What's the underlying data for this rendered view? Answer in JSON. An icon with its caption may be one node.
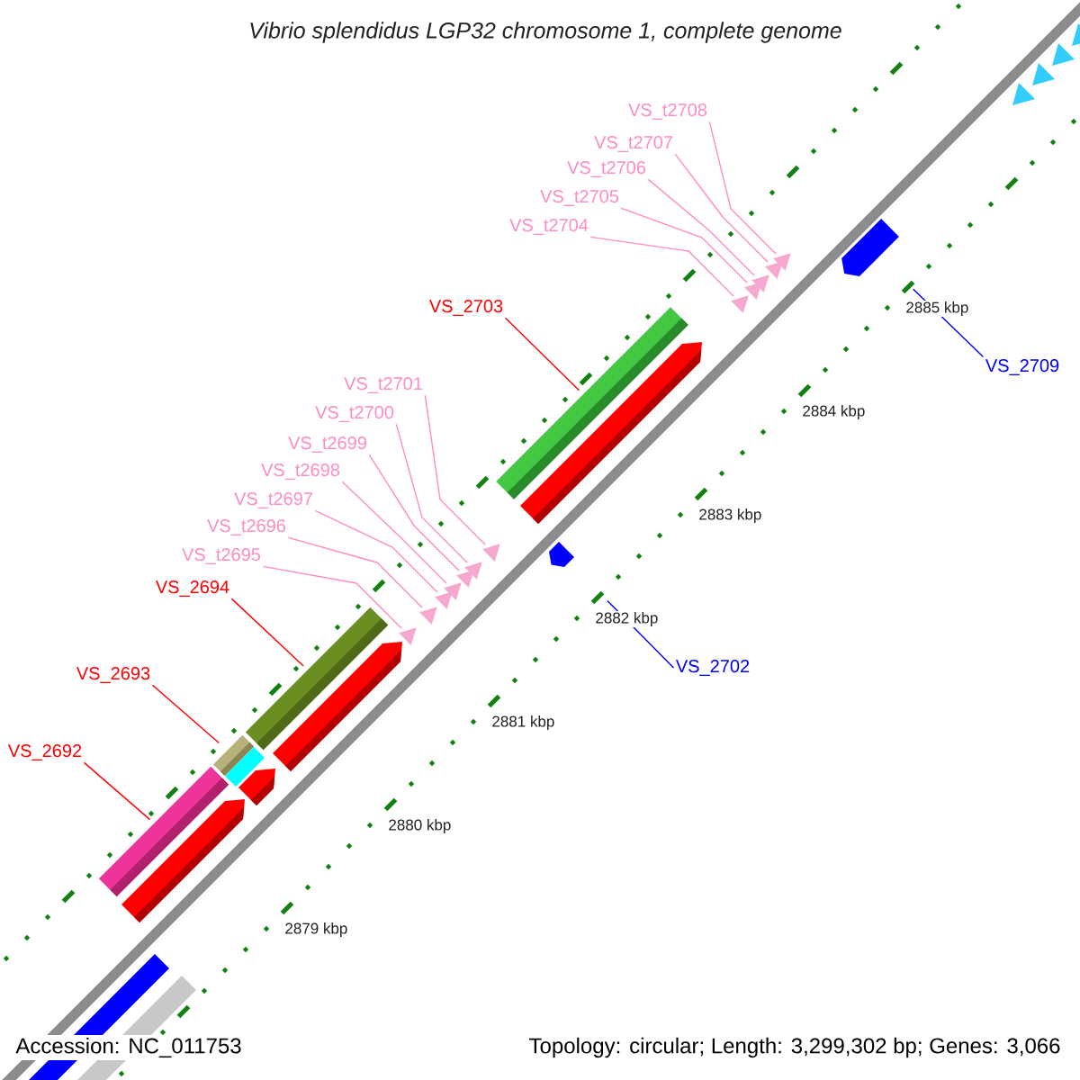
{
  "diagram": {
    "title": "Vibrio splendidus LGP32 chromosome 1, complete genome",
    "nodes": [
      {
        "text": [
          "VS_t2708"
        ]
      },
      {
        "text": [
          "VS_t2707"
        ]
      },
      {
        "text": [
          "VS_t2706"
        ]
      },
      {
        "text": [
          "VS_t2705"
        ]
      },
      {
        "text": [
          "VS_t2704"
        ]
      },
      {
        "text": [
          "VS_2703"
        ]
      },
      {
        "text": [
          "VS_2709"
        ]
      },
      {
        "text": [
          "VS_t2701"
        ]
      },
      {
        "text": [
          "VS_t2700"
        ]
      },
      {
        "text": [
          "VS_t2699"
        ]
      },
      {
        "text": [
          "VS_t2698"
        ]
      },
      {
        "text": [
          "VS_t2697"
        ]
      },
      {
        "text": [
          "VS_t2696"
        ]
      },
      {
        "text": [
          "VS_t2695"
        ]
      },
      {
        "text": [
          "VS_2694"
        ]
      },
      {
        "text": [
          "VS_2702"
        ]
      },
      {
        "text": [
          "VS_2693"
        ]
      },
      {
        "text": [
          "VS_2692"
        ]
      },
      {
        "text": [],
        "shape": "bar"
      },
      {
        "text": [],
        "shape": "bar"
      },
      {
        "text": [],
        "shape": "bar"
      },
      {
        "text": [],
        "shape": "triangle"
      },
      {
        "text": [],
        "shape": "triangle"
      },
      {
        "text": [],
        "shape": "triangle"
      },
      {
        "text": [],
        "shape": "triangle"
      },
      {
        "text": [],
        "shape": "triangle"
      },
      {
        "text": [],
        "shape": "triangle"
      },
      {
        "text": [],
        "shape": "triangle"
      },
      {
        "text": [],
        "shape": "arrow"
      },
      {
        "text": [],
        "shape": "bar"
      },
      {
        "text": [],
        "shape": "triangle"
      },
      {
        "text": [],
        "shape": "triangle"
      },
      {
        "text": [],
        "shape": "triangle"
      },
      {
        "text": [],
        "shape": "triangle"
      },
      {
        "text": [],
        "shape": "triangle"
      },
      {
        "text": [],
        "shape": "arrow"
      }
    ],
    "edges": [
      {
        "from": 17,
        "to": 18,
        "arrow": "none",
        "color": "#ff0000"
      },
      {
        "from": 16,
        "to": 19,
        "arrow": "none",
        "color": "#ff0000"
      },
      {
        "from": 14,
        "to": 20,
        "arrow": "none",
        "color": "#ff0000"
      },
      {
        "from": 13,
        "to": 21,
        "arrow": "none"
      },
      {
        "from": 12,
        "to": 22,
        "arrow": "none"
      },
      {
        "from": 11,
        "to": 23,
        "arrow": "none"
      },
      {
        "from": 10,
        "to": 24,
        "arrow": "none"
      },
      {
        "from": 9,
        "to": 25,
        "arrow": "none"
      },
      {
        "from": 8,
        "to": 26,
        "arrow": "none"
      },
      {
        "from": 7,
        "to": 27,
        "arrow": "none"
      },
      {
        "from": 15,
        "to": 28,
        "arrow": "none",
        "color": "#0000ff"
      },
      {
        "from": 5,
        "to": 29,
        "arrow": "none",
        "color": "#ff0000"
      },
      {
        "from": 4,
        "to": 30,
        "arrow": "none"
      },
      {
        "from": 3,
        "to": 31,
        "arrow": "none"
      },
      {
        "from": 2,
        "to": 32,
        "arrow": "none"
      },
      {
        "from": 1,
        "to": 33,
        "arrow": "none"
      },
      {
        "from": 0,
        "to": 34,
        "arrow": "none"
      },
      {
        "from": 6,
        "to": 35,
        "arrow": "none",
        "color": "#0000ff"
      }
    ],
    "labels": [
      "2885 kbp",
      "2884 kbp",
      "2883 kbp",
      "2882 kbp",
      "2881 kbp",
      "2880 kbp",
      "2879 kbp",
      "Accession: NC_011753",
      "Topology: circular; Length: 3,299,302 bp; Genes: 3,066"
    ]
  }
}
